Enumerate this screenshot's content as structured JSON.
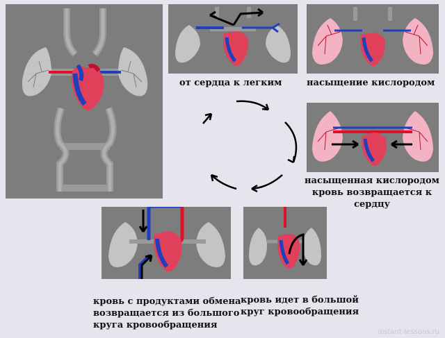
{
  "captions": {
    "step1": "от сердца к легким",
    "step2": "насыщение кислородом",
    "step3_line1": "насыщенная кислородом",
    "step3_line2": "кровь возвращается к",
    "step3_line3": "сердцу",
    "step4_line1": "кровь идет в большой",
    "step4_line2": "круг кровообращения",
    "step5_line1": "кровь с продуктами обмена",
    "step5_line2": "возвращается из большого",
    "step5_line3": "круга кровообращения"
  },
  "watermark": "distant-lessons.ru",
  "colors": {
    "background": "#e8e4ee",
    "panel": "#7d7d7d",
    "venous_blood": "#1f3fbf",
    "arterial_blood": "#e0102a",
    "lungs_plain": "#c4c4c4",
    "lungs_oxygenated": "#f4b3c2",
    "heart": "#e0405a",
    "arrow": "#000000"
  }
}
